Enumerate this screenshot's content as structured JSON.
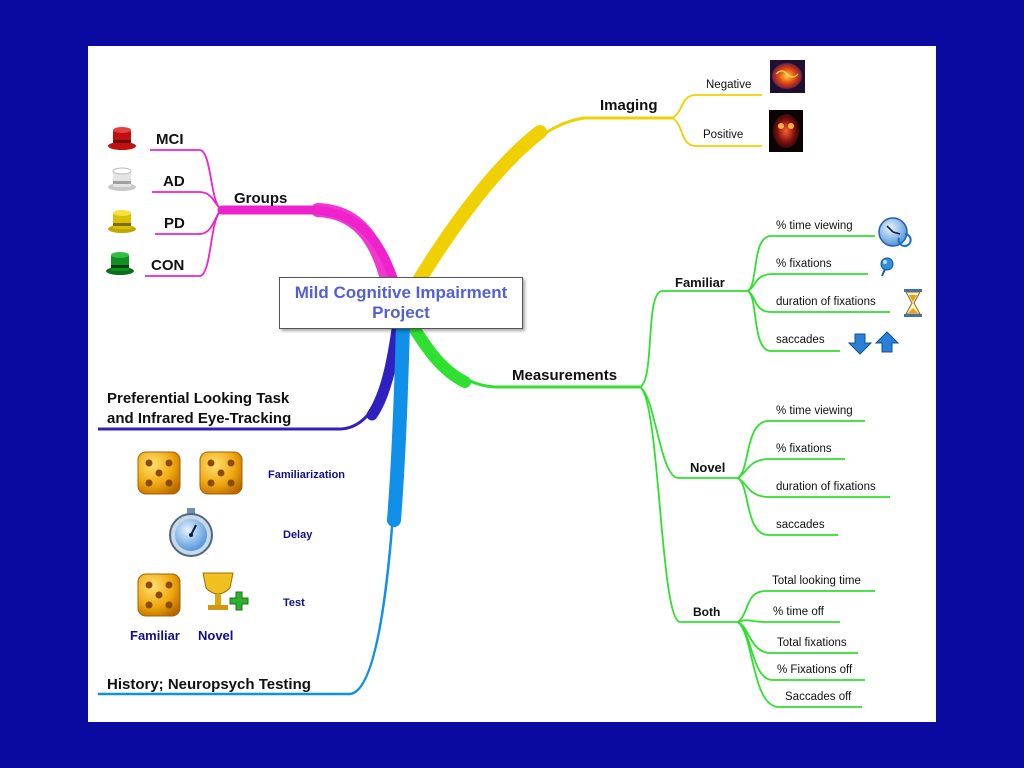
{
  "central": {
    "title": "Mild Cognitive Impairment Project"
  },
  "groups": {
    "label": "Groups",
    "items": [
      {
        "label": "MCI",
        "hat_color": "#c01010",
        "icon": "top-hat-icon"
      },
      {
        "label": "AD",
        "hat_color": "#d8d8d8",
        "icon": "top-hat-icon"
      },
      {
        "label": "PD",
        "hat_color": "#d8c000",
        "icon": "top-hat-icon"
      },
      {
        "label": "CON",
        "hat_color": "#109020",
        "icon": "top-hat-icon"
      }
    ]
  },
  "imaging": {
    "label": "Imaging",
    "items": [
      {
        "label": "Negative",
        "icon": "brain-scan-icon"
      },
      {
        "label": "Positive",
        "icon": "brain-scan-icon"
      }
    ]
  },
  "measurements": {
    "label": "Measurements",
    "familiar": {
      "label": "Familiar",
      "items": [
        "% time viewing",
        "% fixations",
        "duration of fixations",
        "saccades"
      ]
    },
    "novel": {
      "label": "Novel",
      "items": [
        "% time viewing",
        "% fixations",
        "duration of fixations",
        "saccades"
      ]
    },
    "both": {
      "label": "Both",
      "items": [
        "Total looking time",
        "% time off",
        "Total fixations",
        "% Fixations off",
        "Saccades off"
      ]
    }
  },
  "preferential": {
    "label_line1": "Preferential Looking Task",
    "label_line2": "and Infrared Eye-Tracking",
    "familiarization": "Familiarization",
    "delay": "Delay",
    "test": "Test",
    "familiar": "Familiar",
    "novel": "Novel"
  },
  "history": {
    "label": "History; Neuropsych Testing"
  },
  "colors": {
    "background": "#0a0aa0",
    "groups_branch": "#ee22cc",
    "imaging_branch": "#f0d000",
    "measurements_branch": "#30e030",
    "preferential_branch": "#3020c0",
    "history_branch": "#1090e8",
    "stimulus_text": "#10108a"
  }
}
